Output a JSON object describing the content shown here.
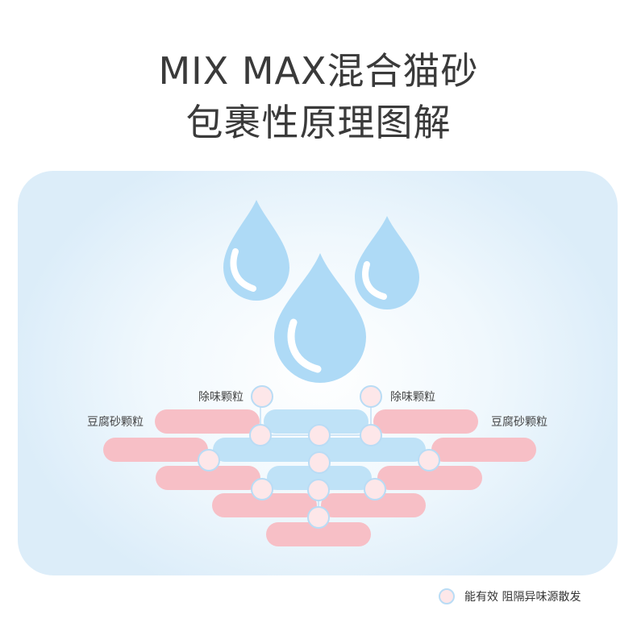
{
  "title": {
    "line1": "MIX MAX混合猫砂",
    "line2": "包裹性原理图解"
  },
  "labels": {
    "deodor_left": "除味颗粒",
    "deodor_right": "除味颗粒",
    "tofu_left": "豆腐砂颗粒",
    "tofu_right": "豆腐砂颗粒"
  },
  "legend": {
    "text": "能有效 阻隔异味源散发"
  },
  "colors": {
    "water_drop": "#aedaf6",
    "blue_bar": "#bfe2f7",
    "pink_bar": "#f7bfc6",
    "particle_fill": "#fde7e9",
    "particle_stroke": "#b9dcf5"
  },
  "icons": [
    "water-drop-icon",
    "water-drop-icon",
    "water-drop-icon"
  ]
}
